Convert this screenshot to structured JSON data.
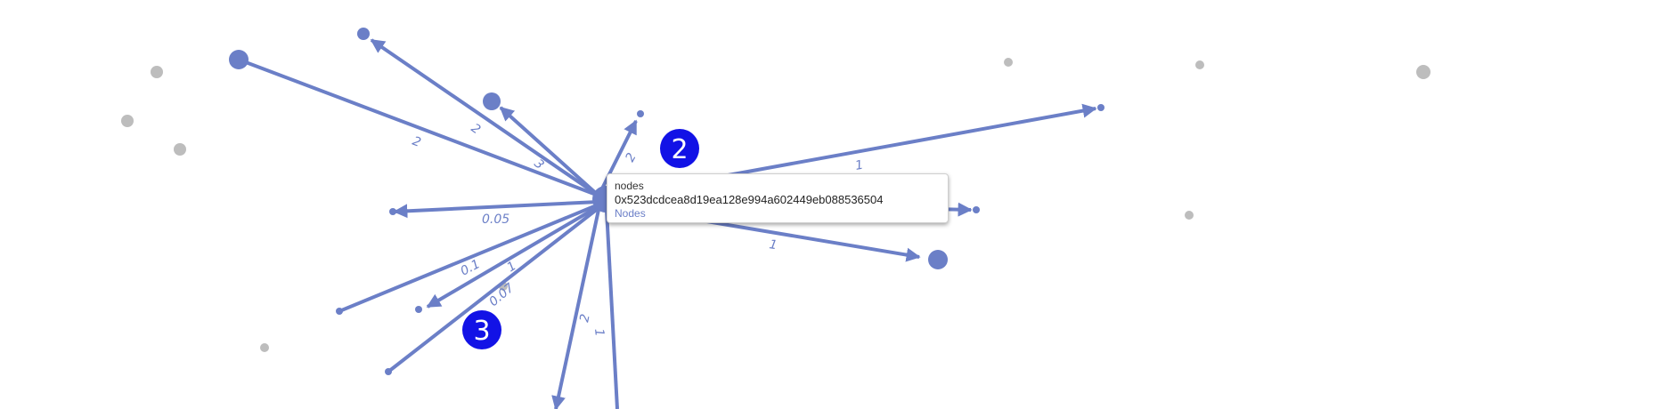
{
  "tooltip": {
    "title": "nodes",
    "value": "0x523dcdcea8d19ea128e994a602449eb088536504",
    "link": "Nodes"
  },
  "edge_labels": [
    {
      "id": "e1",
      "text": "2"
    },
    {
      "id": "e2",
      "text": "2"
    },
    {
      "id": "e3",
      "text": "3"
    },
    {
      "id": "e4",
      "text": "2"
    },
    {
      "id": "e5",
      "text": "1"
    },
    {
      "id": "e6",
      "text": "0.05"
    },
    {
      "id": "e7",
      "text": "0.1"
    },
    {
      "id": "e8",
      "text": "1"
    },
    {
      "id": "e9",
      "text": "0.07"
    },
    {
      "id": "e10",
      "text": "2"
    },
    {
      "id": "e11",
      "text": "1"
    },
    {
      "id": "e12",
      "text": "1"
    }
  ],
  "badges": [
    {
      "text": "2"
    },
    {
      "text": "3"
    }
  ],
  "colors": {
    "edge": "#6b7fc7",
    "inactive_node": "#bdbdbd",
    "badge": "#1212e6"
  }
}
